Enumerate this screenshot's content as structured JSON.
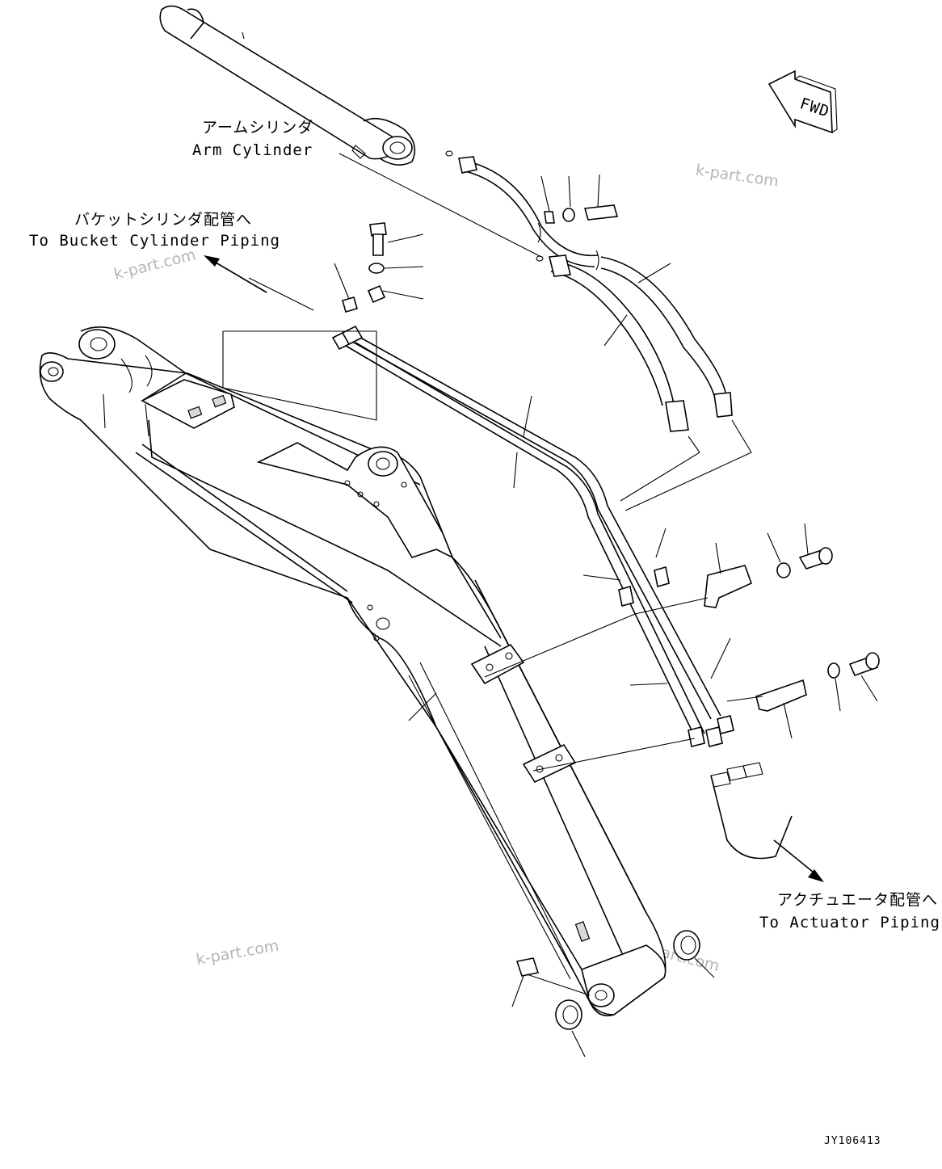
{
  "labels": {
    "arm_cylinder_jp": "アームシリンダ",
    "arm_cylinder_en": "Arm Cylinder",
    "bucket_piping_jp": "バケットシリンダ配管へ",
    "bucket_piping_en": "To Bucket Cylinder Piping",
    "actuator_piping_jp": "アクチュエータ配管へ",
    "actuator_piping_en": "To Actuator Piping",
    "fwd": "FWD",
    "drawing_code": "JY106413"
  },
  "watermarks": [
    "k-part.com",
    "k-part.com",
    "k-part.com",
    "k-part.com"
  ]
}
